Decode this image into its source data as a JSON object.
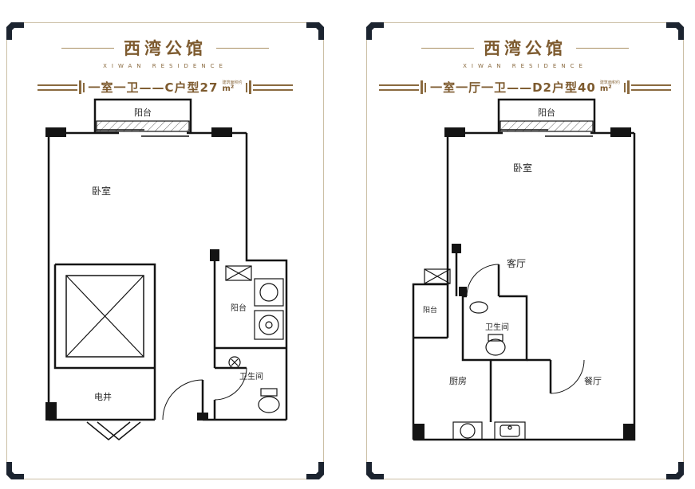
{
  "colors": {
    "brand_text": "#7d5a2e",
    "accent": "#8a6a3f",
    "corner_ornament": "#1c2430",
    "wall": "#141414",
    "panel_border": "#cbbfa5"
  },
  "panels": [
    {
      "brand": "西湾公馆",
      "brand_sub": "XIWAN RESIDENCE",
      "title": "一室一卫——C户型27",
      "area_note": "建筑面积约",
      "area_unit": "m²",
      "rooms": {
        "balcony_top": "阳台",
        "bedroom": "卧室",
        "shaft": "电井",
        "balcony_side": "阳台",
        "bathroom": "卫生间"
      }
    },
    {
      "brand": "西湾公馆",
      "brand_sub": "XIWAN RESIDENCE",
      "title": "一室一厅一卫——D2户型40",
      "area_note": "建筑面积约",
      "area_unit": "m²",
      "rooms": {
        "balcony_top": "阳台",
        "bedroom": "卧室",
        "living": "客厅",
        "balcony_side": "阳台",
        "bathroom": "卫生间",
        "kitchen": "厨房",
        "dining": "餐厅"
      }
    }
  ]
}
